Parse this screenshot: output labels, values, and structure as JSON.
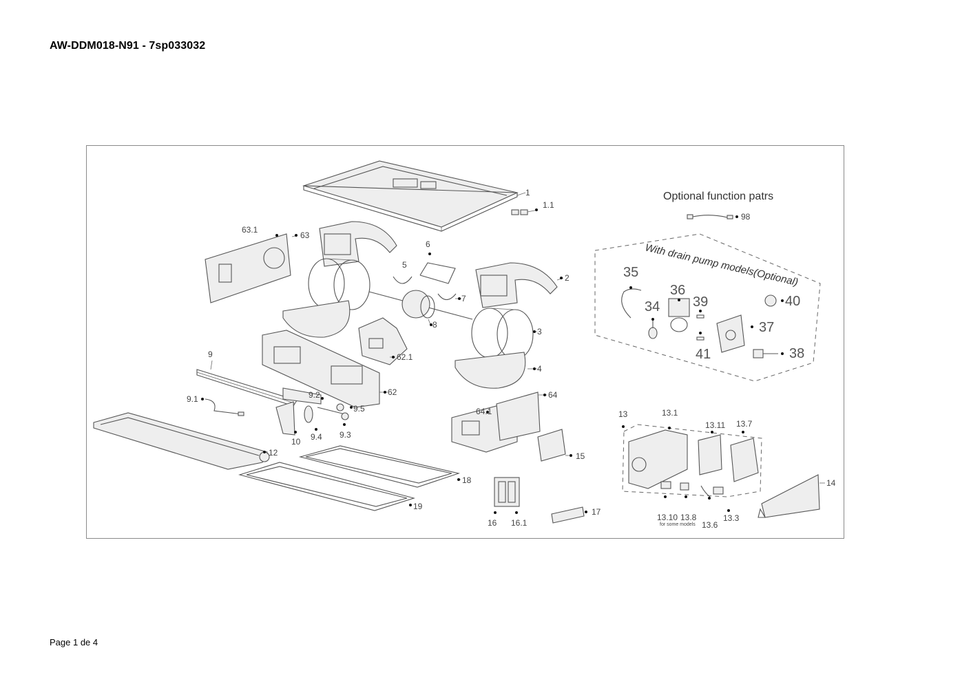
{
  "document": {
    "title": "AW-DDM018-N91 - 7sp033032",
    "footer": "Page 1 de 4"
  },
  "diagram": {
    "optional_heading": "Optional function patrs",
    "drain_pump_heading": "With drain pump models(Optional)",
    "note_some_models": "for some models",
    "labels": {
      "p1": "1",
      "p1_1": "1.1",
      "p2": "2",
      "p3": "3",
      "p4": "4",
      "p5": "5",
      "p6": "6",
      "p7": "7",
      "p8": "8",
      "p9": "9",
      "p9_1": "9.1",
      "p9_2": "9.2",
      "p9_3": "9.3",
      "p9_4": "9.4",
      "p9_5": "9.5",
      "p10": "10",
      "p12": "12",
      "p13": "13",
      "p13_1": "13.1",
      "p13_11": "13.11",
      "p13_7": "13.7",
      "p13_10": "13.10",
      "p13_8": "13.8",
      "p13_6": "13.6",
      "p13_3": "13.3",
      "p14": "14",
      "p15": "15",
      "p16": "16",
      "p16_1": "16.1",
      "p17": "17",
      "p18": "18",
      "p19": "19",
      "p35": "35",
      "p36": "36",
      "p34": "34",
      "p39": "39",
      "p40": "40",
      "p37": "37",
      "p41": "41",
      "p38": "38",
      "p62": "62",
      "p62_1": "62.1",
      "p63": "63",
      "p63_1": "63.1",
      "p64": "64",
      "p64_1": "64.1",
      "p98": "98"
    }
  }
}
